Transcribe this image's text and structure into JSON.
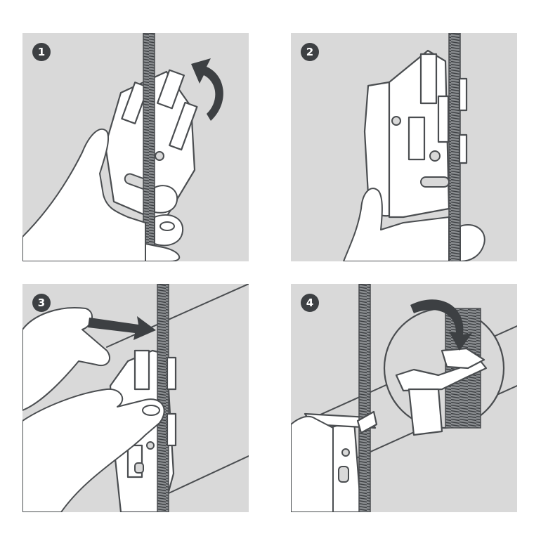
{
  "steps": [
    {
      "number": "1"
    },
    {
      "number": "2"
    },
    {
      "number": "3"
    },
    {
      "number": "4"
    }
  ],
  "colors": {
    "panel_background": "#d9d9d9",
    "line": "#4a4d50",
    "badge": "#3d4043",
    "arrow": "#3d4043"
  },
  "icons": [
    "curved-arrow-icon",
    "straight-arrow-icon",
    "curved-arrow-icon"
  ]
}
